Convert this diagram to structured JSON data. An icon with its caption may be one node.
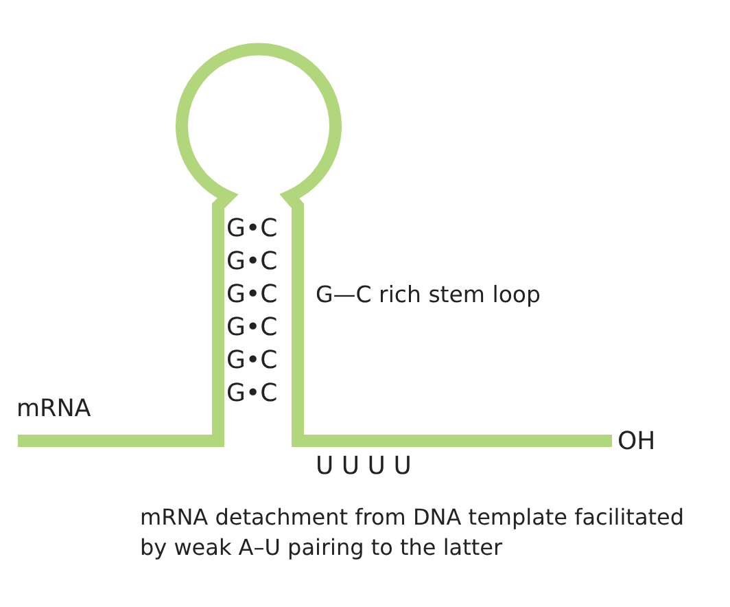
{
  "diagram": {
    "labels": [
      "G•C",
      "G•C",
      "G•C",
      "G•C",
      "G•C",
      "G•C",
      "G—C rich stem loop",
      "mRNA",
      "OH",
      "U U U U",
      "mRNA detachment from DNA template facilitated by weak A–U pairing to the latter"
    ]
  }
}
